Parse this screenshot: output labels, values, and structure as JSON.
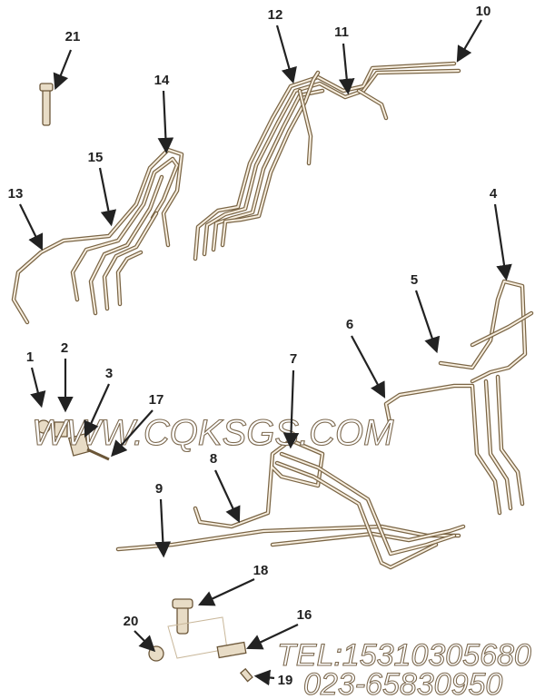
{
  "diagram": {
    "colors": {
      "tube": "#7a6545",
      "tube_highlight": "#f7eedf",
      "callout": "#222222",
      "watermark_outline": "#7d6a50"
    },
    "callouts": [
      {
        "id": "21",
        "label": "21"
      },
      {
        "id": "10",
        "label": "10"
      },
      {
        "id": "12",
        "label": "12"
      },
      {
        "id": "11",
        "label": "11"
      },
      {
        "id": "14",
        "label": "14"
      },
      {
        "id": "15",
        "label": "15"
      },
      {
        "id": "13",
        "label": "13"
      },
      {
        "id": "4",
        "label": "4"
      },
      {
        "id": "5",
        "label": "5"
      },
      {
        "id": "6",
        "label": "6"
      },
      {
        "id": "1",
        "label": "1"
      },
      {
        "id": "2",
        "label": "2"
      },
      {
        "id": "3",
        "label": "3"
      },
      {
        "id": "17",
        "label": "17"
      },
      {
        "id": "7",
        "label": "7"
      },
      {
        "id": "8",
        "label": "8"
      },
      {
        "id": "9",
        "label": "9"
      },
      {
        "id": "18",
        "label": "18"
      },
      {
        "id": "20",
        "label": "20"
      },
      {
        "id": "16",
        "label": "16"
      },
      {
        "id": "19",
        "label": "19"
      }
    ]
  },
  "watermark": {
    "website": "WWW.CQKSGS.COM",
    "tel": "TEL:15310305680",
    "phone": "023-65830950"
  }
}
